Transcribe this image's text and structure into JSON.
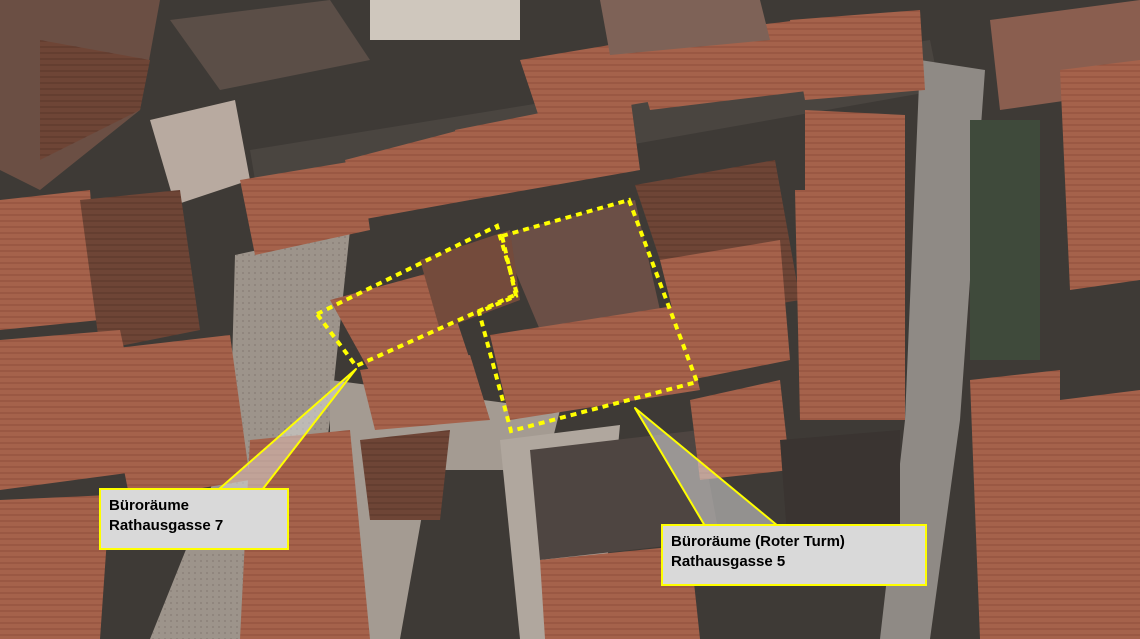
{
  "map": {
    "colors": {
      "highlight": "#ffff00",
      "label_background": "#d9d9d9",
      "label_text": "#000000"
    },
    "callouts": [
      {
        "line1": "Büroräume",
        "line2": "Rathausgasse 7"
      },
      {
        "line1": "Büroräume (Roter Turm)",
        "line2": "Rathausgasse 5"
      }
    ]
  }
}
